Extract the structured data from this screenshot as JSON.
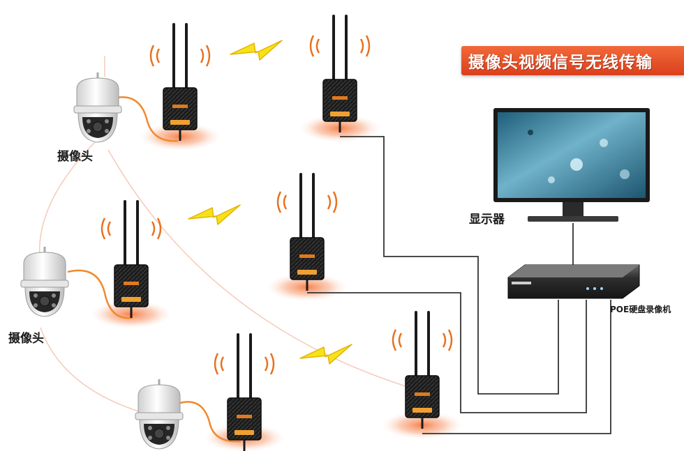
{
  "title": "摄像头视频信号无线传输",
  "labels": {
    "camera_1": "摄像头",
    "camera_2": "摄像头",
    "monitor": "显示器",
    "nvr": "POE硬盘录像机"
  },
  "colors": {
    "banner": "#e4552b",
    "cable_orange": "#f2892e",
    "wireless_bolt": "#f5d90a",
    "glow": "#f6a57a",
    "signal_arc": "#e9711f",
    "wire": "#333333"
  },
  "icons": [
    "camera-icon",
    "bridge-icon",
    "wireless-bolt-icon",
    "signal-wave-icon",
    "monitor-icon",
    "nvr-icon"
  ]
}
